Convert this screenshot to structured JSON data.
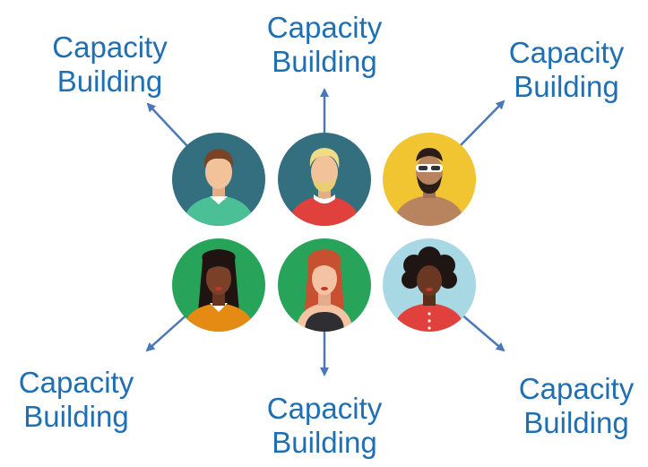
{
  "labels": [
    {
      "line1": "Capacity",
      "line2": "Building"
    },
    {
      "line1": "Capacity",
      "line2": "Building"
    },
    {
      "line1": "Capacity",
      "line2": "Building"
    },
    {
      "line1": "Capacity",
      "line2": "Building"
    },
    {
      "line1": "Capacity",
      "line2": "Building"
    },
    {
      "line1": "Capacity",
      "line2": "Building"
    }
  ],
  "people": [
    {
      "name": "person-1-avatar",
      "bg": "#336f7f",
      "skin": "#f2c29b",
      "hair": "#7a4325",
      "shirt": "#4bbf95"
    },
    {
      "name": "person-2-avatar",
      "bg": "#336f7f",
      "skin": "#f2c29b",
      "hair": "#f1dc86",
      "shirt": "#e0413d"
    },
    {
      "name": "person-3-avatar",
      "bg": "#f0c531",
      "skin": "#b7845f",
      "hair": "#2a1c16",
      "shirt": "#b7845f"
    },
    {
      "name": "person-4-avatar",
      "bg": "#27a45a",
      "skin": "#7a4128",
      "hair": "#1f1412",
      "shirt": "#e58a12"
    },
    {
      "name": "person-5-avatar",
      "bg": "#27a45a",
      "skin": "#f3c3a3",
      "hair": "#c75030",
      "shirt": "#2f2f33"
    },
    {
      "name": "person-6-avatar",
      "bg": "#a9d8e5",
      "skin": "#6a3722",
      "hair": "#1f1614",
      "shirt": "#e0413d"
    }
  ],
  "colors": {
    "label": "#1f6fb5",
    "arrow": "#4a78b9"
  }
}
